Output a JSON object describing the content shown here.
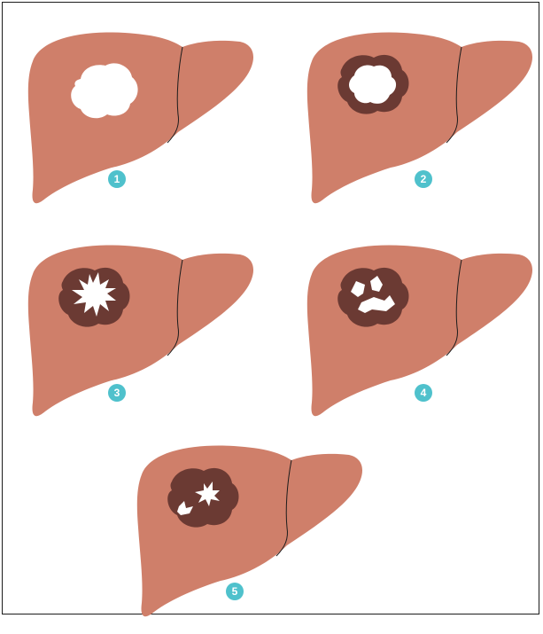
{
  "colors": {
    "liver": "#cf7f6a",
    "liver_edge": "#b86a56",
    "lesion_dark": "#6b3a33",
    "cavity": "#ffffff",
    "badge": "#4fc1cc",
    "frame": "#1c1c1c"
  },
  "stages": [
    {
      "label": "1",
      "stage_type": "cavity"
    },
    {
      "label": "2",
      "stage_type": "rimmed-cavity"
    },
    {
      "label": "3",
      "stage_type": "stellate-core"
    },
    {
      "label": "4",
      "stage_type": "fragmented-core"
    },
    {
      "label": "5",
      "stage_type": "scattered-fragments"
    }
  ]
}
